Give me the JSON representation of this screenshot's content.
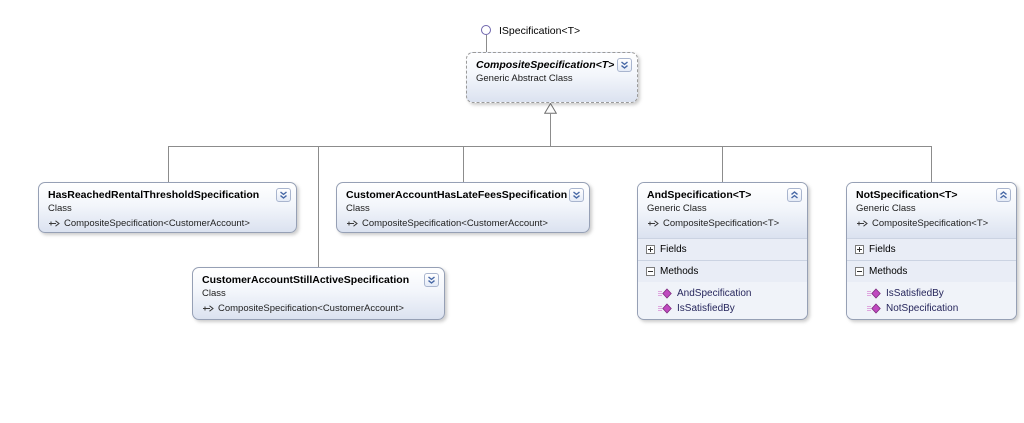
{
  "diagram": {
    "lollipop": {
      "label": "ISpecification<T>"
    },
    "nodes": {
      "composite": {
        "title": "CompositeSpecification<T>",
        "subtitle": "Generic Abstract Class"
      },
      "hasReached": {
        "title": "HasReachedRentalThresholdSpecification",
        "subtitle": "Class",
        "base": "CompositeSpecification<CustomerAccount>"
      },
      "lateFees": {
        "title": "CustomerAccountHasLateFeesSpecification",
        "subtitle": "Class",
        "base": "CompositeSpecification<CustomerAccount>"
      },
      "stillActive": {
        "title": "CustomerAccountStillActiveSpecification",
        "subtitle": "Class",
        "base": "CompositeSpecification<CustomerAccount>"
      },
      "andSpec": {
        "title": "AndSpecification<T>",
        "subtitle": "Generic Class",
        "base": "CompositeSpecification<T>",
        "fields_label": "Fields",
        "methods_label": "Methods",
        "methods": [
          "AndSpecification",
          "IsSatisfiedBy"
        ]
      },
      "notSpec": {
        "title": "NotSpecification<T>",
        "subtitle": "Generic Class",
        "base": "CompositeSpecification<T>",
        "fields_label": "Fields",
        "methods_label": "Methods",
        "methods": [
          "IsSatisfiedBy",
          "NotSpecification"
        ]
      }
    },
    "colors": {
      "accent_blue": "#4667a5",
      "method_icon_purple": "#b13cb1",
      "connector_gray": "#8c8c8c",
      "lollipop_purple": "#6f66ad",
      "node_gradient_bottom": "#dbe2f0"
    }
  }
}
